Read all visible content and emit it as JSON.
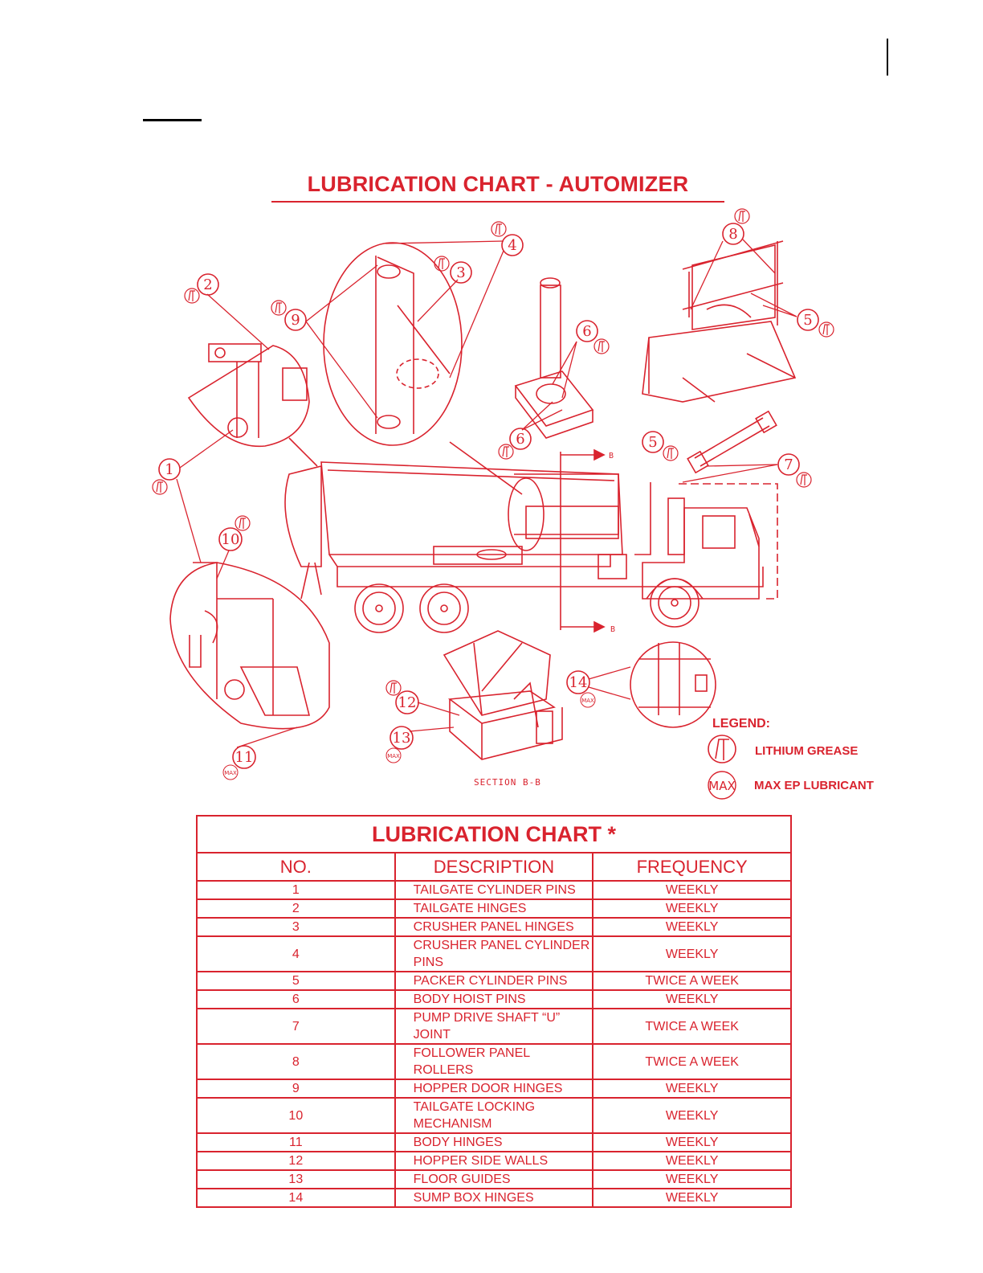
{
  "diagram": {
    "title": "LUBRICATION CHART - AUTOMIZER",
    "section_label": "SECTION  B-B",
    "section_tag": "B",
    "callouts": [
      "1",
      "2",
      "3",
      "4",
      "5",
      "5",
      "6",
      "6",
      "7",
      "8",
      "9",
      "10",
      "11",
      "12",
      "13",
      "14"
    ],
    "legend": {
      "title": "LEGEND:",
      "lithium_grease": "LITHIUM GREASE",
      "max_ep": "MAX EP LUBRICANT",
      "max_symbol": "MAX"
    }
  },
  "table": {
    "caption": "LUBRICATION CHART *",
    "headers": {
      "no": "NO.",
      "description": "DESCRIPTION",
      "frequency": "FREQUENCY"
    },
    "rows": [
      {
        "no": "1",
        "description": "TAILGATE CYLINDER PINS",
        "frequency": "WEEKLY"
      },
      {
        "no": "2",
        "description": "TAILGATE HINGES",
        "frequency": "WEEKLY"
      },
      {
        "no": "3",
        "description": "CRUSHER PANEL HINGES",
        "frequency": "WEEKLY"
      },
      {
        "no": "4",
        "description": "CRUSHER PANEL CYLINDER PINS",
        "frequency": "WEEKLY"
      },
      {
        "no": "5",
        "description": "PACKER CYLINDER PINS",
        "frequency": "TWICE A WEEK"
      },
      {
        "no": "6",
        "description": "BODY HOIST PINS",
        "frequency": "WEEKLY"
      },
      {
        "no": "7",
        "description": "PUMP DRIVE SHAFT “U” JOINT",
        "frequency": "TWICE A WEEK"
      },
      {
        "no": "8",
        "description": "FOLLOWER PANEL ROLLERS",
        "frequency": "TWICE A WEEK"
      },
      {
        "no": "9",
        "description": "HOPPER DOOR HINGES",
        "frequency": "WEEKLY"
      },
      {
        "no": "10",
        "description": "TAILGATE LOCKING MECHANISM",
        "frequency": "WEEKLY"
      },
      {
        "no": "11",
        "description": "BODY HINGES",
        "frequency": "WEEKLY"
      },
      {
        "no": "12",
        "description": "HOPPER SIDE WALLS",
        "frequency": "WEEKLY"
      },
      {
        "no": "13",
        "description": "FLOOR GUIDES",
        "frequency": "WEEKLY"
      },
      {
        "no": "14",
        "description": "SUMP BOX HINGES",
        "frequency": "WEEKLY"
      }
    ]
  },
  "colors": {
    "accent": "#d9232e",
    "rule": "#000000"
  }
}
